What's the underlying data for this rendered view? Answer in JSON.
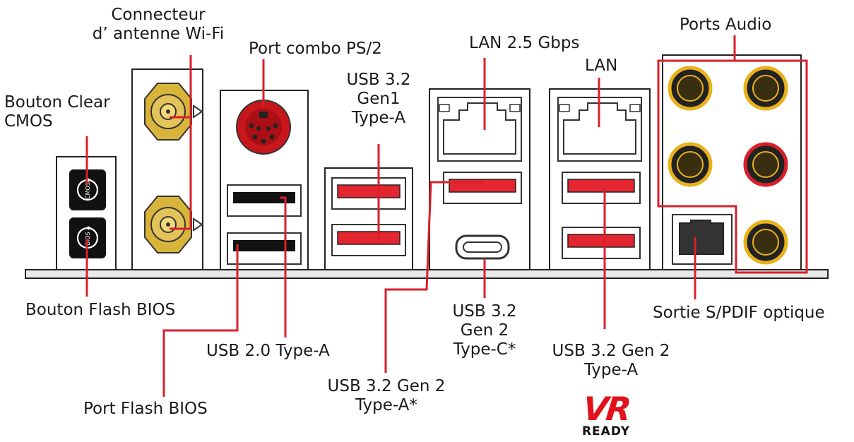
{
  "labels": {
    "wifi_connector": [
      "Connecteur",
      "d’ antenne Wi-Fi"
    ],
    "ps2_port": "Port combo PS/2",
    "usb32_gen1": [
      "USB 3.2",
      "Gen1",
      "Type-A"
    ],
    "lan_25": "LAN 2.5 Gbps",
    "lan": "LAN",
    "audio_ports": "Ports Audio",
    "clear_cmos": [
      "Bouton Clear",
      "CMOS"
    ],
    "flash_bios_button": "Bouton Flash BIOS",
    "usb20": "USB 2.0 Type-A",
    "flash_bios_port": "Port Flash BIOS",
    "usb32_gen2_a_star": [
      "USB 3.2 Gen 2",
      "Type-A*"
    ],
    "usb32_gen2_c": [
      "USB 3.2",
      "Gen 2",
      "Type-C*"
    ],
    "usb32_gen2_a": [
      "USB 3.2 Gen 2",
      "Type-A"
    ],
    "spdif": "Sortie S/PDIF optique"
  },
  "button_text": {
    "cmos": "CMOS",
    "bios": "BIOS"
  },
  "logo": {
    "big": "VR",
    "small": "READY"
  },
  "colors": {
    "leader": "#d8202b",
    "usb_red": "#e3262f",
    "audio_ring": "#e9b21a",
    "audio_ring_red": "#d8202b",
    "brass": "#d9b43a"
  }
}
